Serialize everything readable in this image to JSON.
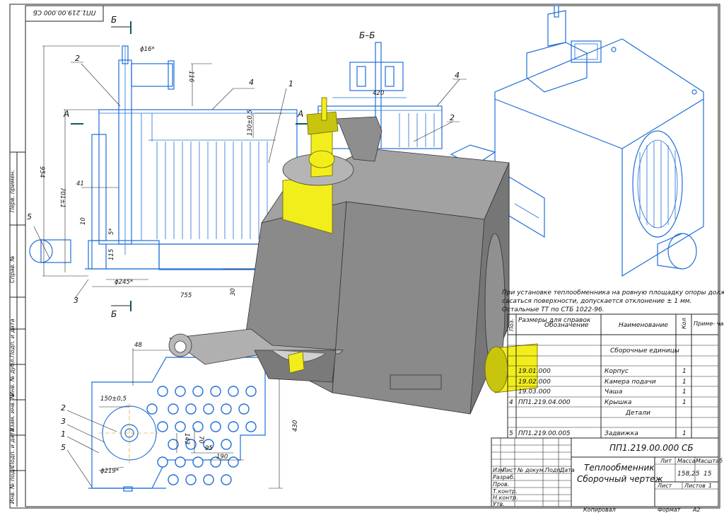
{
  "stamp": {
    "code": "ПП1.219.00.000 СБ"
  },
  "section_marks": {
    "b_top": "Б",
    "b_bottom": "Б",
    "a_left": "А",
    "a_right": "А",
    "section_title": "Б–Б"
  },
  "dimensions": {
    "d16": "ϕ16*",
    "d116": "116",
    "d954": "954",
    "d701": "701±1",
    "d41": "41",
    "d10": "10",
    "d5": "5*",
    "d115": "115",
    "d245": "ϕ245*",
    "d755": "755",
    "d30": "30",
    "d130": "130±0,5",
    "d420": "420",
    "d48": "48",
    "d150": "150±0,5",
    "d219": "ϕ219*",
    "d143": "143",
    "d70": "70",
    "d95": "95",
    "d190": "190",
    "d430": "430"
  },
  "callouts": {
    "c1": "1",
    "c2": "2",
    "c3": "3",
    "c4": "4",
    "c5": "5",
    "s2": "2",
    "s4": "4",
    "p1": "1",
    "p2": "2",
    "p3": "3",
    "p5": "5"
  },
  "side_frame": [
    "Перв. примен.",
    "Справ. №",
    "Подп. и дата",
    "Инв. № дубл.",
    "Взам. инв. №",
    "Подп. и дата",
    "Инв. № подл."
  ],
  "notes": {
    "line1": "При установке теплообменника на ровную площадку опоры должны",
    "line2": "сасаться поверхности, допускается отклонение ± 1 мм.",
    "line3": "Остальные ТТ по СТБ 1022-96."
  },
  "spec": {
    "ref_note": "Размеры для справок",
    "headers": {
      "pos": "Поз.",
      "designation": "Обозначение",
      "name": "Наименование",
      "qty": "Кол",
      "note": "Приме- чание"
    },
    "section_assemblies": "Сборочные единицы",
    "section_details": "Детали",
    "rows": [
      {
        "pos": "",
        "designation": "19.01.000",
        "name": "Корпус",
        "qty": "1"
      },
      {
        "pos": "",
        "designation": "19.02.000",
        "name": "Камера подачи",
        "qty": "1"
      },
      {
        "pos": "",
        "designation": "19.03.000",
        "name": "Чаша",
        "qty": "1"
      },
      {
        "pos": "4",
        "designation": "ПП1.219.04.000",
        "name": "Крышка",
        "qty": "1"
      }
    ],
    "detail_row": {
      "pos": "5",
      "designation": "ПП1.219.00.005",
      "name": "Задвижка",
      "qty": "1"
    }
  },
  "title_block": {
    "code": "ПП1.219.00.000 СБ",
    "name_line1": "Теплообменник",
    "name_line2": "Сборочный чертеж",
    "h_lit": "Лит",
    "h_mass": "Масса",
    "h_scale": "Масштаб",
    "mass": "158,25",
    "scale": "15",
    "sheet": "Лист",
    "sheets": "Листов",
    "sheets_val": "1",
    "cols": {
      "izm": "Изм",
      "list": "Лист",
      "doc": "№ докум.",
      "sign": "Подп.",
      "date": "Дата"
    },
    "roles": [
      "Разраб.",
      "Пров.",
      "Т.контр.",
      "",
      "Н.контр.",
      "Утв."
    ],
    "copied": "Копировал",
    "format": "Формат",
    "format_val": "А2"
  },
  "colors": {
    "line_blue": "#1f6fd8",
    "body_gray": "#8a8a8a",
    "accent_yellow": "#f2ee1c"
  }
}
